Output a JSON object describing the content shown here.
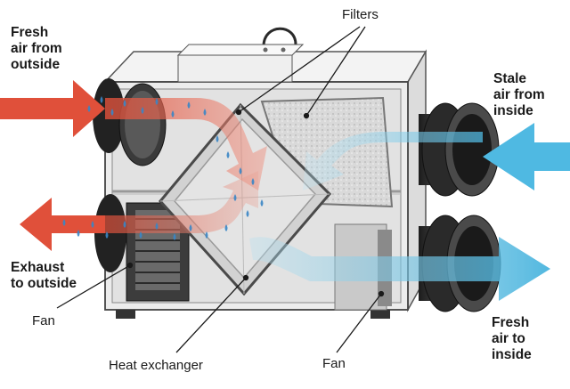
{
  "labels": {
    "filters": "Filters",
    "fresh_air_from_outside": "Fresh\nair from\noutside",
    "stale_air_from_inside": "Stale\nair from\ninside",
    "exhaust_to_outside": "Exhaust\nto outside",
    "fresh_air_to_inside": "Fresh\nair to\ninside",
    "fan_left": "Fan",
    "fan_right": "Fan",
    "heat_exchanger": "Heat exchanger"
  },
  "colors": {
    "warm_air": "#e0503a",
    "cool_air": "#4fb9e2",
    "droplet": "#3a86c6",
    "housing": "#eeeeee",
    "duct": "#2b2b2b"
  }
}
